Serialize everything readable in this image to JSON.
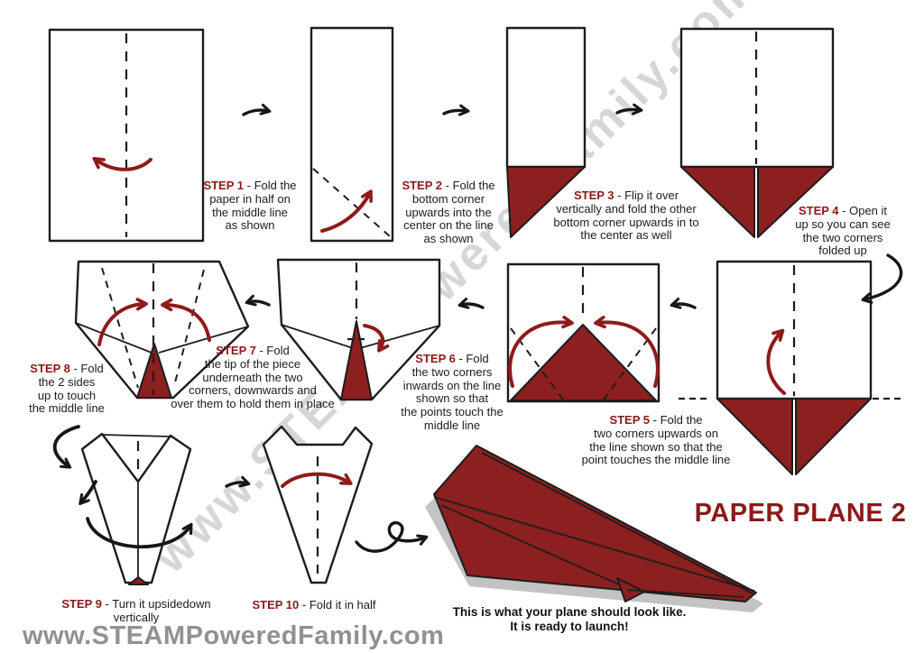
{
  "title": "PAPER PLANE 2",
  "caption": "This is what your plane should look like.\nIt is ready to launch!",
  "watermarks": {
    "diagonal": "www.STEAMPoweredFamily.com",
    "footer": "www.STEAMPoweredFamily.com"
  },
  "steps": [
    {
      "label": "STEP 1",
      "text": "- Fold the\npaper in half on\nthe middle line\nas shown"
    },
    {
      "label": "STEP 2",
      "text": "- Fold the\nbottom corner\nupwards into the\ncenter on the line\nas shown"
    },
    {
      "label": "STEP 3",
      "text": "- Flip it over\nvertically and fold the other\nbottom corner upwards in to\nthe center as well"
    },
    {
      "label": "STEP 4",
      "text": "- Open it\nup so you can see\nthe two corners\nfolded up"
    },
    {
      "label": "STEP 5",
      "text": "- Fold the\ntwo corners upwards on\nthe line shown so that the\npoint touches the middle line"
    },
    {
      "label": "STEP 6",
      "text": "- Fold\nthe two corners\ninwards on the line\nshown so that\nthe points touch the\nmiddle line"
    },
    {
      "label": "STEP 7",
      "text": "- Fold\nthe tip of the piece\nunderneath the two\ncorners, downwards and\nover them to hold them in place"
    },
    {
      "label": "STEP 8",
      "text": "- Fold\nthe 2 sides\nup to touch\nthe middle line"
    },
    {
      "label": "STEP 9",
      "text": "- Turn it upsidedown\nvertically"
    },
    {
      "label": "STEP 10",
      "text": "- Fold it in half"
    }
  ],
  "colors": {
    "paper_red": "#8c1f1f",
    "accent_red": "#8b1a1a",
    "ink": "#1c1c1c",
    "watermark_gray": "#919191"
  }
}
